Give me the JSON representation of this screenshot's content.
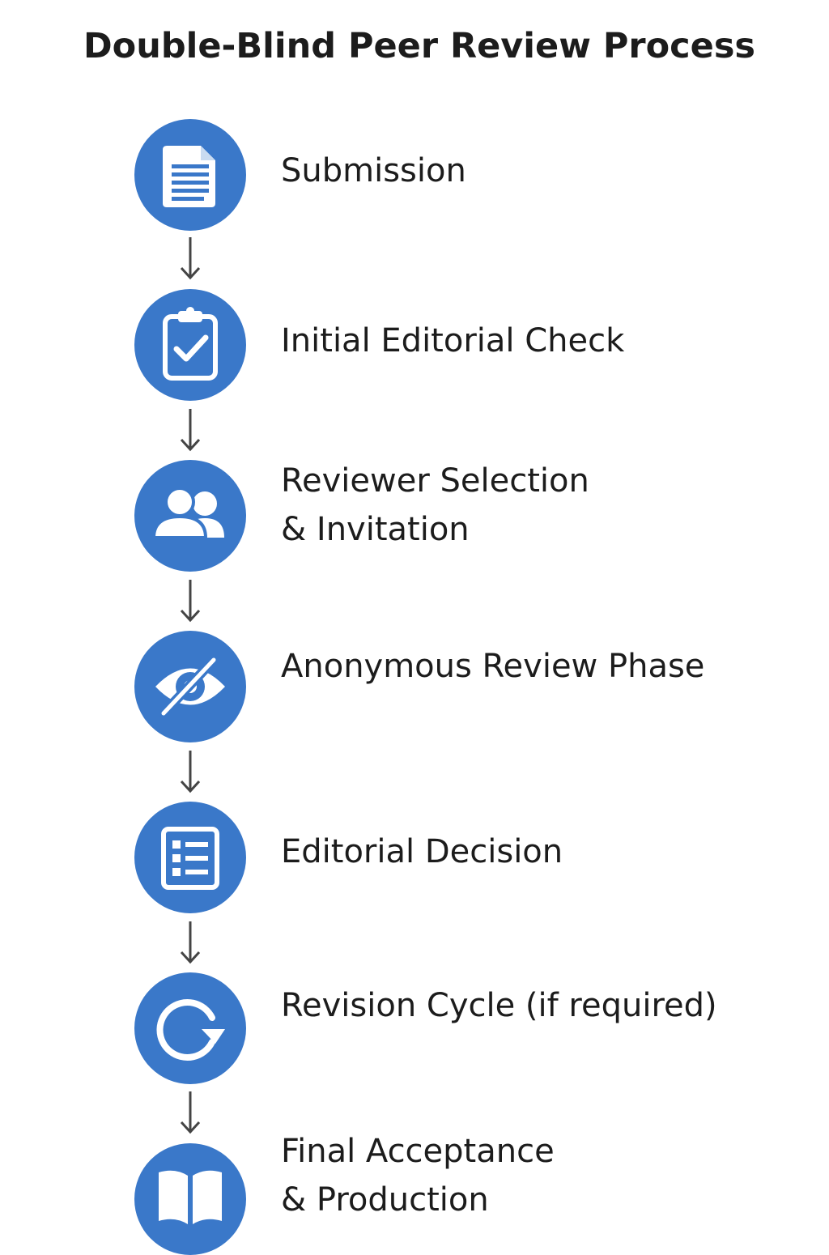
{
  "title": "Double-Blind Peer Review Process",
  "accent_color": "#3a78c9",
  "steps": [
    {
      "icon": "document-icon",
      "lines": [
        "Submission"
      ]
    },
    {
      "icon": "clipboard-check-icon",
      "lines": [
        "Initial Editorial Check"
      ]
    },
    {
      "icon": "users-icon",
      "lines": [
        "Reviewer Selection",
        "& Invitation"
      ]
    },
    {
      "icon": "eye-slash-icon",
      "lines": [
        "Anonymous Review Phase"
      ]
    },
    {
      "icon": "checklist-icon",
      "lines": [
        "Editorial Decision"
      ]
    },
    {
      "icon": "refresh-icon",
      "lines": [
        "Revision Cycle (if required)"
      ]
    },
    {
      "icon": "book-icon",
      "lines": [
        "Final Acceptance",
        "& Production"
      ]
    }
  ]
}
